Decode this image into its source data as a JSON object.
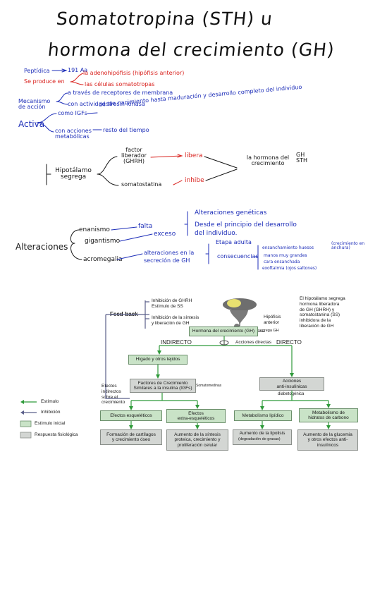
{
  "title": {
    "line1": "Somatotropina (STH) u",
    "line2": "hormona del crecimiento (GH)"
  },
  "notes": {
    "peptidica": "Peptídica",
    "aa": "191 Aa",
    "se_produce": "Se produce en",
    "adenohipofisis": "la adenohipófisis (hipófisis anterior)",
    "celulas": "las células somatotropas",
    "mecanismo": "Mecanismo de acción",
    "receptores": "a través de receptores de membrana",
    "actividad": "con actividad tirosin-kinasa",
    "activa": "Activa",
    "igfs": "como IGFs",
    "desde": "desde nacimiento hasta maduración y desarrollo completo del individuo",
    "acciones": "con acciones metabólicas",
    "resto": "resto del tiempo"
  },
  "hypothalamus": {
    "hipotalamo": "Hipotálamo segrega",
    "factor": "factor liberador (GHRH)",
    "libera": "libera",
    "somatostatina": "somatostatina",
    "inhibe": "inhibe",
    "result": "la hormona del crecimiento",
    "gh_sth": "GH STH"
  },
  "alterations": {
    "alteraciones": "Alteraciones",
    "enanismo": "enanismo",
    "falta": "falta",
    "gigantismo": "gigantismo",
    "exceso": "exceso",
    "alt_geneticas": "Alteraciones genéticas",
    "desde_principio": "Desde el principio del desarrollo del individuo.",
    "acromegalia": "acromegalia",
    "alt_secrecion": "alteraciones en la secreción de GH",
    "etapa_adulta": "Etapa adulta",
    "consecuencias": "consecuencias",
    "ensanchamiento": "ensanchamiento huesos",
    "crecimiento_anchura": "(crecimiento en anchura)",
    "manos": "manos muy grandes",
    "cara": "cara ensanchada",
    "exoftalmia": "exoftalmia (ojos saltones)"
  },
  "diagram": {
    "feedback": "Feed-back",
    "inhib_list": "Inhibición de GHRH\nEstímulo de SS",
    "inhib_sintesis": "Inhibición de la síntesis\ny liberación de GH",
    "hipotalamo_desc": "El hipotálamo segrega\nhormona liberadora\nde GH (GHRH) y\nsomatostanina (SS)\ninhibidora de la\nliberación de GH",
    "hipofisis": "Hipófisis\nanterior",
    "segrega_gh": "segrega GH",
    "hormona_box": "Hormona del crecimiento (GH)",
    "acciones_directas": "Acciones directas",
    "indirecto": "INDIRECTO",
    "directo": "DIRECTO",
    "higado": "Hígado y otros tejidos",
    "factores": "Factores de Crecimiento\nSimilares a la insulina (IGFs)",
    "somatomedinas": "Somatomedinas",
    "efectos_indirectos": "Efectos\nindirectos\nsobre el\ncrecimiento",
    "acciones_anti": "Acciones\nanti-insulínicas",
    "diabetogenica": "diabetogénica",
    "esqueleticos": "Efectos esqueléticos",
    "extra": "Efectos\nextra-esqueléticos",
    "lipidico": "Metabolismo lipídico",
    "hidratos": "Metabolismo de\nhidratos de carbono",
    "cartilagos": "Formación de cartílagos\ny crecimiento óseo",
    "sintesis": "Aumento de la síntesis\nproteica, crecimiento y\nproliferación celular",
    "lipolisis": "Aumento de la lipolisis",
    "degradacion": "(degradación de grasas)",
    "glucemia": "Aumento de la glucemia\ny otros efectos anti-\ninsulínicos"
  },
  "legend": {
    "estimulo": "Estímulo",
    "inhibicion": "Inhibición",
    "inicial": "Estímulo inicial",
    "fisiologica": "Respuesta fisiológica"
  },
  "colors": {
    "blue_ink": "#1c2db8",
    "red_ink": "#d9231f",
    "green_arrow": "#2f9a3a",
    "box_green": "#c9e3c7",
    "box_grey": "#d3d6d3"
  }
}
